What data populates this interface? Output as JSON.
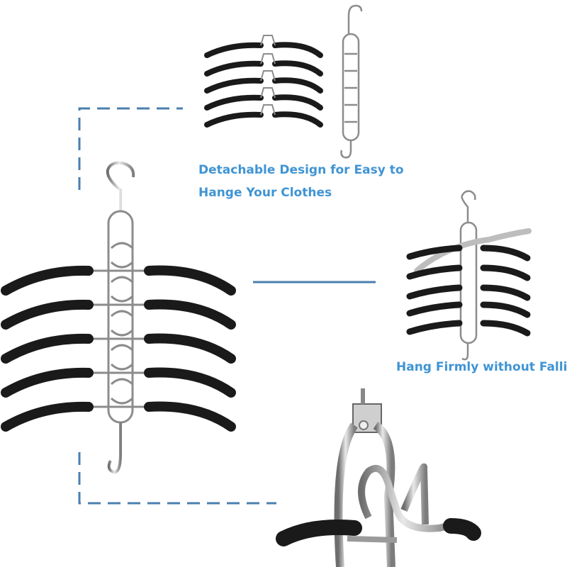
{
  "captions": {
    "detachable_line1": "Detachable Design for Easy to",
    "detachable_line2": "Hange Your Clothes",
    "hang_firmly": "Hang Firmly without Falling"
  },
  "colors": {
    "caption_blue": "#3f94d4",
    "dashed_line_blue": "#4a7fae",
    "foam_black": "#1a1a1a",
    "chrome_metal": "#8c8c8c",
    "background": "#ffffff"
  }
}
